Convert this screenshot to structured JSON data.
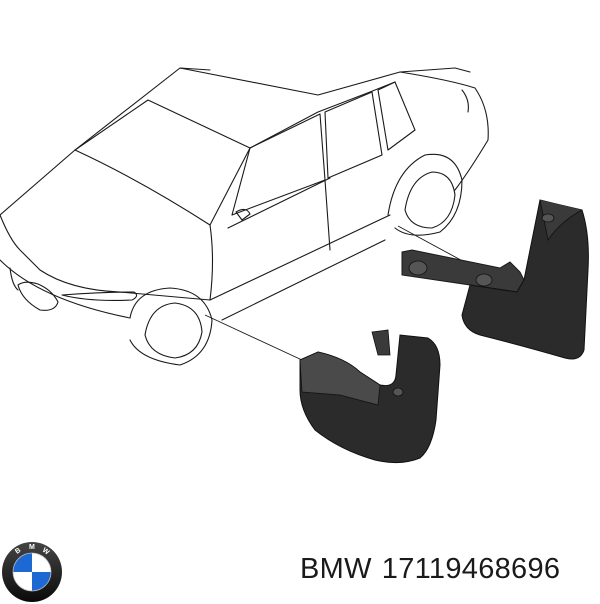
{
  "caption": {
    "brand": "BMW",
    "part_number": "17119468696"
  },
  "logo": {
    "icon": "bmw-roundel-icon",
    "letters": "BMW",
    "colors": {
      "ring": "#111111",
      "blue": "#1c69d4",
      "white": "#ffffff"
    }
  },
  "illustration": {
    "icon": "car-mudflap-diagram-icon",
    "line_color": "#1a1a1a",
    "part_color": "#2b2b2b"
  }
}
